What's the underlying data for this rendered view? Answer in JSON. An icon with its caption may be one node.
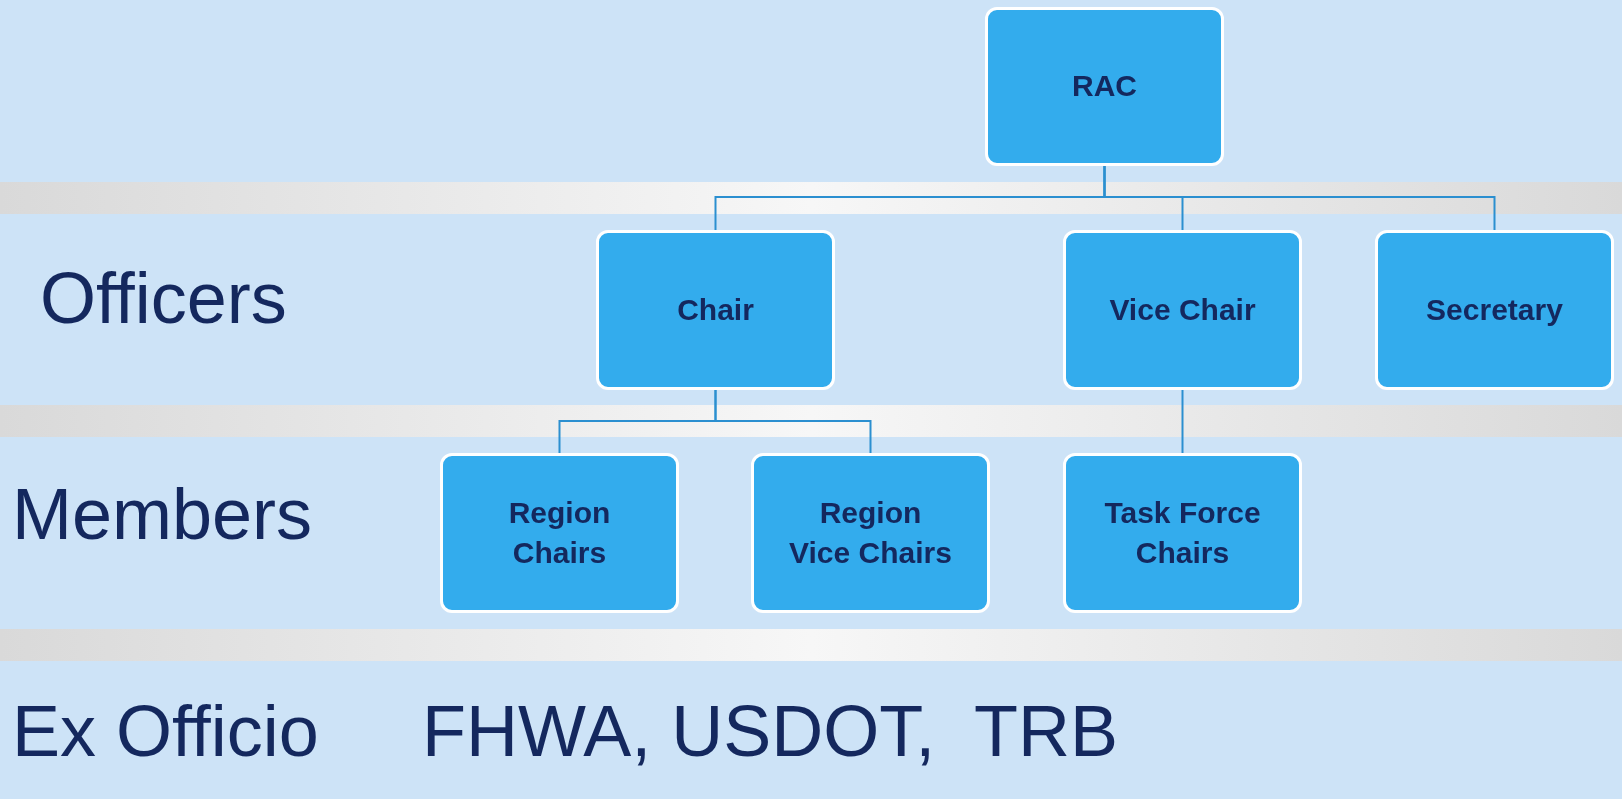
{
  "diagram": {
    "nodes": [
      {
        "text": [
          "RAC"
        ]
      },
      {
        "text": [
          "Chair"
        ]
      },
      {
        "text": [
          "Vice Chair"
        ]
      },
      {
        "text": [
          "Secretary"
        ]
      },
      {
        "text": [
          "Region Chairs"
        ]
      },
      {
        "text": [
          "Region Vice Chairs"
        ]
      },
      {
        "text": [
          "Task Force Chairs"
        ]
      }
    ],
    "edges": [
      {
        "from": 0,
        "to": 1,
        "arrow": "none"
      },
      {
        "from": 0,
        "to": 2,
        "arrow": "none"
      },
      {
        "from": 0,
        "to": 3,
        "arrow": "none"
      },
      {
        "from": 1,
        "to": 4,
        "arrow": "none"
      },
      {
        "from": 1,
        "to": 5,
        "arrow": "none"
      },
      {
        "from": 2,
        "to": 6,
        "arrow": "none"
      }
    ],
    "labels": [
      "Officers",
      "Members",
      "Ex Officio",
      "FHWA, USDOT,  TRB"
    ]
  }
}
